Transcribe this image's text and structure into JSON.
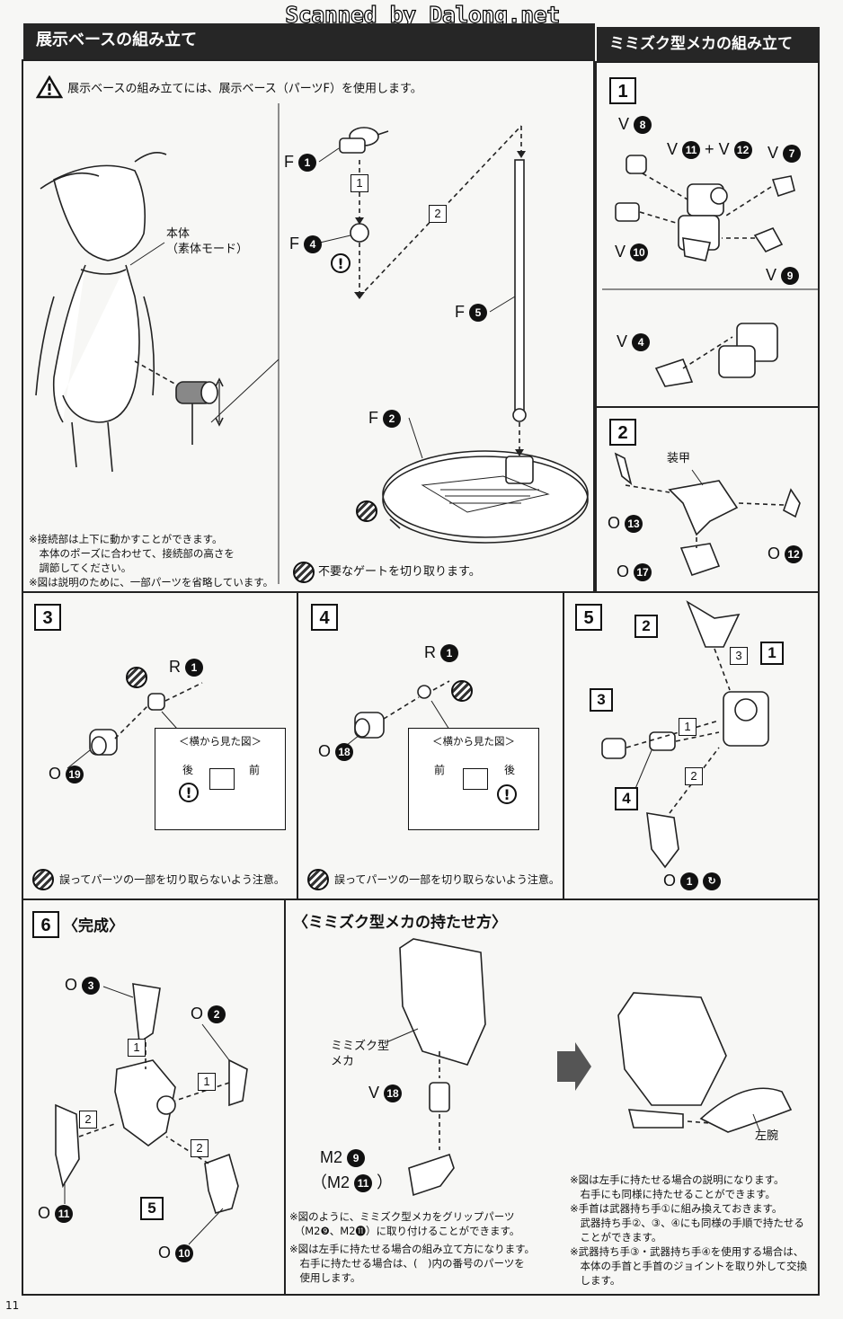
{
  "watermark": "Scanned by Dalong.net",
  "page_number": "11",
  "base_section": {
    "title": "展示ベースの組み立て",
    "warning": "展示ベースの組み立てには、展示ベース（パーツF）を使用します。",
    "body_label": "本体\n（素体モード）",
    "parts": {
      "f1": "F",
      "f4": "F",
      "f5": "F",
      "f2": "F"
    },
    "nums": {
      "f1": "1",
      "f4": "4",
      "f5": "5",
      "f2": "2"
    },
    "arrow1": "1",
    "arrow2": "2",
    "note": "※接続部は上下に動かすことができます。\n　本体のポーズに合わせて、接続部の高さを\n　調節してください。\n※図は説明のために、一部パーツを省略しています。",
    "gate_note": "不要なゲートを切り取ります。"
  },
  "owl_section": {
    "title": "ミミズク型メカの組み立て",
    "step1": {
      "num": "1",
      "labels": {
        "v8": "8",
        "v11": "11",
        "v12": "12",
        "v7": "7",
        "v10": "10",
        "v9": "9",
        "v4": "4"
      },
      "prefix": "V",
      "plus": "+"
    },
    "step2": {
      "num": "2",
      "armor": "装甲",
      "prefix": "O",
      "nums": {
        "o13": "13",
        "o12": "12",
        "o17": "17"
      }
    }
  },
  "step3": {
    "num": "3",
    "r_prefix": "R",
    "r_num": "1",
    "o_prefix": "O",
    "o_num": "19",
    "side_title": "＜横から見た図＞",
    "back": "後",
    "front": "前",
    "note": "誤ってパーツの一部を切り取らないよう注意。"
  },
  "step4": {
    "num": "4",
    "r_prefix": "R",
    "r_num": "1",
    "o_prefix": "O",
    "o_num": "18",
    "side_title": "＜横から見た図＞",
    "front": "前",
    "back": "後",
    "note": "誤ってパーツの一部を切り取らないよう注意。"
  },
  "step5": {
    "num": "5",
    "ref2": "2",
    "ref3a": "3",
    "ref1a": "1",
    "ref3b": "3",
    "ref1b": "1",
    "ref4": "4",
    "ref2b": "2",
    "o_prefix": "O",
    "o_num": "1"
  },
  "step6": {
    "num": "6",
    "title": "〈完成〉",
    "prefix": "O",
    "nums": {
      "o3": "3",
      "o2": "2",
      "o11": "11",
      "o10": "10"
    },
    "refs": {
      "a1": "1",
      "b1": "1",
      "c2": "2",
      "d2": "2",
      "e5": "5"
    }
  },
  "grip_section": {
    "title": "〈ミミズク型メカの持たせ方〉",
    "owl_label": "ミミズク型\nメカ",
    "v_prefix": "V",
    "v_num": "18",
    "m2a": "M2",
    "m2a_num": "9",
    "m2b": "（M2",
    "m2b_num": "11",
    "m2b_close": "）",
    "note1": "※図のように、ミミズク型メカをグリップパーツ\n　（M2❾、M2⓫）に取り付けることができます。",
    "note2": "※図は左手に持たせる場合の組み立て方になります。\n　右手に持たせる場合は、(　)内の番号のパーツを\n　使用します。",
    "left_arm": "左腕",
    "right_note": "※図は左手に持たせる場合の説明になります。\n　右手にも同様に持たせることができます。\n※手首は武器持ち手①に組み換えておきます。\n　武器持ち手②、③、④にも同様の手順で持たせる\n　ことができます。\n※武器持ち手③・武器持ち手④を使用する場合は、\n　本体の手首と手首のジョイントを取り外して交換\n　します。"
  }
}
